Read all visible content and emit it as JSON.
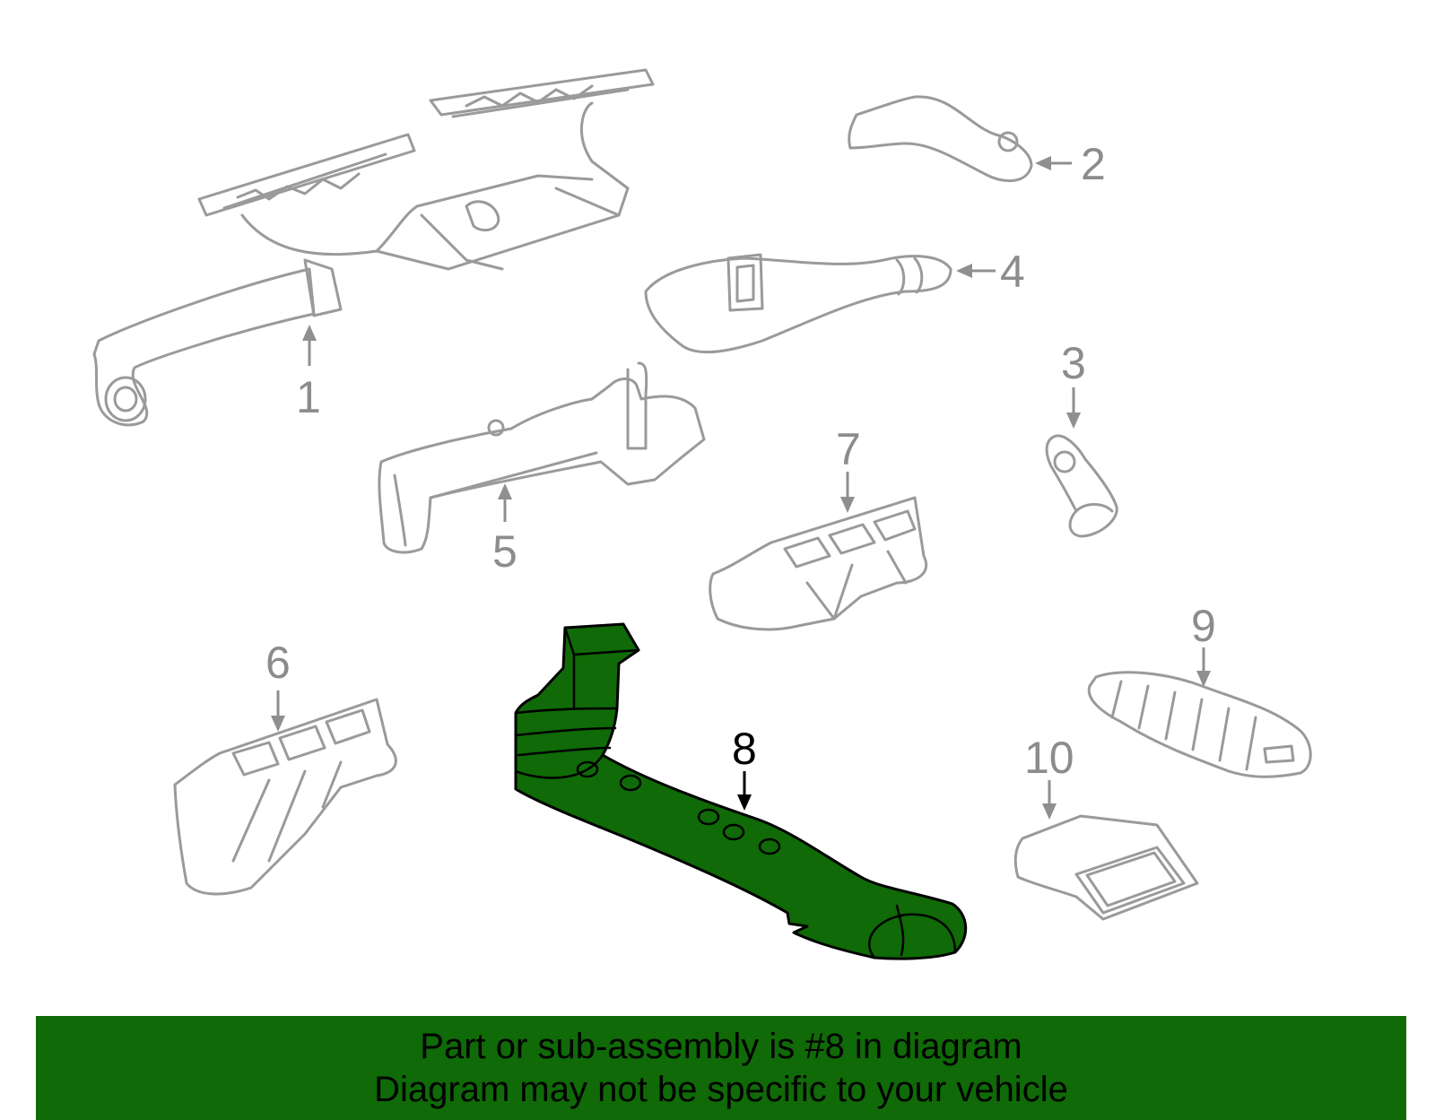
{
  "colors": {
    "highlight": "#0f6a07",
    "part_outline": "#9a9a9a",
    "background": "#ffffff"
  },
  "callouts": {
    "c1": "1",
    "c2": "2",
    "c3": "3",
    "c4": "4",
    "c5": "5",
    "c6": "6",
    "c7": "7",
    "c8": "8",
    "c9": "9",
    "c10": "10"
  },
  "highlighted_part": "8",
  "banner": {
    "line1": "Part or sub-assembly is #8 in diagram",
    "line2": "Diagram may not be specific to your vehicle"
  }
}
